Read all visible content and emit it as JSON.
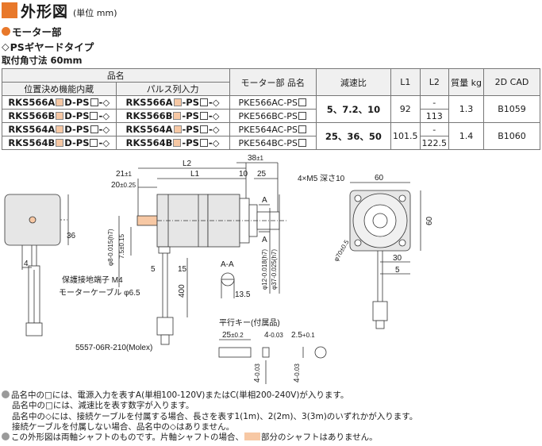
{
  "header": {
    "title": "外形図",
    "subtitle": "(単位 mm)",
    "section_motor": "モーター部",
    "section_gear": "PSギヤードタイプ",
    "section_flange": "取付角寸法 60mm"
  },
  "table": {
    "group_product_name": "品名",
    "col_builtin": "位置決め機能内蔵",
    "col_pulse": "パルス列入力",
    "col_motor_name": "モーター部 品名",
    "col_ratio": "減速比",
    "col_l1": "L1",
    "col_l2": "L2",
    "col_mass": "質量 kg",
    "col_cad": "2D CAD",
    "rows": [
      {
        "b_pre": "RKS566A",
        "b_post": "D-PS",
        "p_pre": "RKS566A",
        "p_post": "-PS",
        "motor": "PKE566AC-PS",
        "l2": "-"
      },
      {
        "b_pre": "RKS566B",
        "b_post": "D-PS",
        "p_pre": "RKS566B",
        "p_post": "-PS",
        "motor": "PKE566BC-PS",
        "l2": "113"
      },
      {
        "b_pre": "RKS564A",
        "b_post": "D-PS",
        "p_pre": "RKS564A",
        "p_post": "-PS",
        "motor": "PKE564AC-PS",
        "l2": "-"
      },
      {
        "b_pre": "RKS564B",
        "b_post": "D-PS",
        "p_pre": "RKS564B",
        "p_post": "-PS",
        "motor": "PKE564BC-PS",
        "l2": "122.5"
      }
    ],
    "groups": [
      {
        "ratio": "5、7.2、10",
        "l1": "92",
        "mass": "1.3",
        "cad": "B1059"
      },
      {
        "ratio": "25、36、50",
        "l1": "101.5",
        "mass": "1.4",
        "cad": "B1060"
      }
    ]
  },
  "drawing": {
    "l2": "L2",
    "l1": "L1",
    "d38": "38",
    "tol38": "±1",
    "d21": "21",
    "tol21": "±1",
    "d20": "20",
    "tol20": "±0.25",
    "d10": "10",
    "d25": "25",
    "section_a": "A",
    "d36": "36",
    "d4": "4",
    "d5": "5",
    "d15": "15",
    "d400": "400",
    "phi8": "φ8",
    "tol8": "-0.015(h7)",
    "d75": "7.5",
    "tol75": "±0.15",
    "phi12": "φ12",
    "tol12": "-0.018(h7)",
    "phi37": "φ37",
    "tol37": "-0.025(h7)",
    "tol_zero": "0",
    "aa": "A-A",
    "d135": "13.5",
    "ground_terminal": "保護接地端子 M4",
    "motor_cable": "モーターケーブル φ6.5",
    "connector": "5557-06R-210(Molex)",
    "holes": "4×M5 深さ10",
    "d60_top": "60",
    "d60_side": "60",
    "d30": "30",
    "d5b": "5",
    "phi70": "φ70",
    "tol70": "±0.5",
    "key_title": "平行キー(付属品)",
    "d25k": "25",
    "tol25k": "±0.2",
    "d4k": "4",
    "tol4k": "-0.03",
    "d25b": "2.5",
    "tol25b": "+0.1",
    "d4v": "4",
    "tol4v": "-0.03"
  },
  "notes": {
    "n1": "品名中の□には、電源入力を表すA(単相100-120V)またはC(単相200-240V)が入ります。",
    "n2": "品名中の□には、減速比を表す数字が入ります。",
    "n3": "品名中の◇には、接続ケーブルを付属する場合、長さを表す1(1m)、2(2m)、3(3m)のいずれかが入ります。",
    "n4": "接続ケーブルを付属しない場合、品名中の◇はありません。",
    "n5a": "この外形図は両軸シャフトのものです。片軸シャフトの場合、",
    "n5b": "部分のシャフトはありません。"
  },
  "colors": {
    "accent": "#e8782a",
    "highlight": "#f7c8a4",
    "header_bg": "#f0f0f0"
  }
}
